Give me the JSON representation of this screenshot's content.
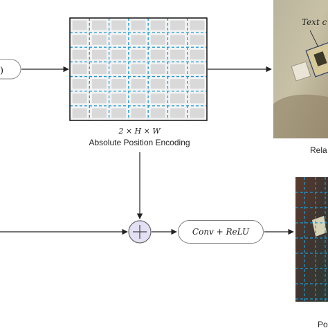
{
  "grid": {
    "dims": "2 × H × W",
    "caption": "Absolute Position Encoding",
    "rows": 7,
    "cols": 7
  },
  "conv": {
    "label": "Conv + ReLU"
  },
  "photo_top": {
    "caption": "Rela",
    "overlay_text": "Text c"
  },
  "photo_bottom": {
    "caption": "Po"
  },
  "colors": {
    "grid_dash": "#1a9ad6",
    "grid_fill": "#d9d9d9",
    "adder_fill": "#e2e0f2",
    "adder_stroke": "#666666",
    "arrow": "#222222"
  }
}
